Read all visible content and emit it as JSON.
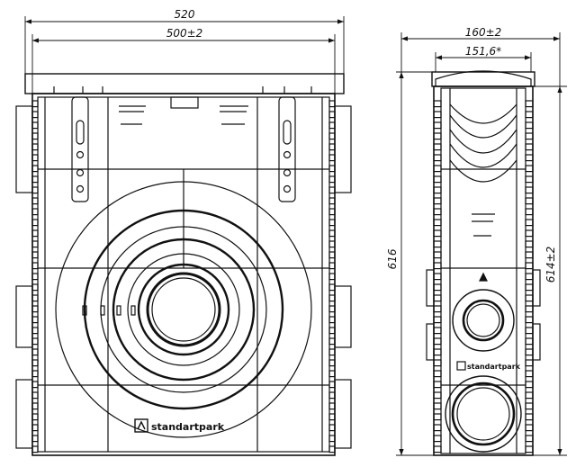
{
  "dimensions": {
    "front_total_width": "520",
    "front_inner_width": "500±2",
    "side_total_width": "160±2",
    "side_inner_width": "151,6*",
    "total_height": "616",
    "inner_height": "614±2"
  },
  "brand": {
    "name": "standartpark"
  }
}
